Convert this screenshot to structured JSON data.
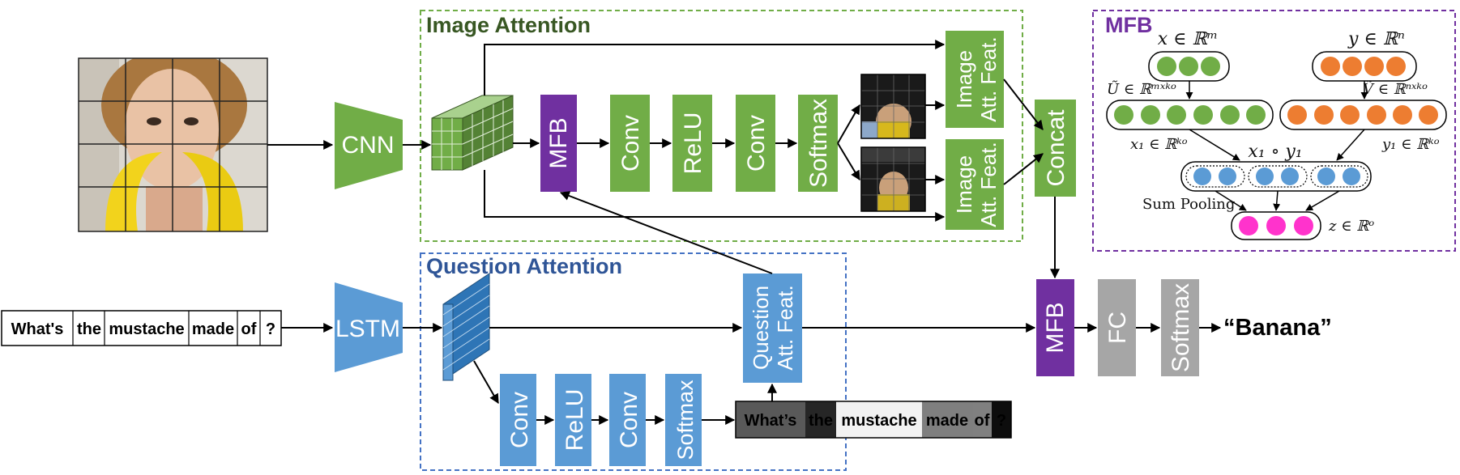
{
  "colors": {
    "green": "#71ad47",
    "blue": "#5b9bd5",
    "purple": "#7030a0",
    "gray": "#a6a6a6",
    "pink": "#ff33cc",
    "orange": "#ed7d31",
    "image_attention_border": "#70ad47",
    "question_attention_border": "#4472c4",
    "mfb_border": "#7030a0"
  },
  "image_attention": {
    "title": "Image Attention",
    "cnn": "CNN",
    "mfb": "MFB",
    "conv1": "Conv",
    "relu": "ReLU",
    "conv2": "Conv",
    "softmax": "Softmax",
    "feat1_line1": "Image",
    "feat1_line2": "Att. Feat.",
    "feat2_line1": "Image",
    "feat2_line2": "Att. Feat."
  },
  "concat": "Concat",
  "question_attention": {
    "title": "Question Attention",
    "lstm": "LSTM",
    "conv1": "Conv",
    "relu": "ReLU",
    "conv2": "Conv",
    "softmax": "Softmax",
    "feat_line1": "Question",
    "feat_line2": "Att. Feat."
  },
  "question_words": [
    "What's",
    "the",
    "mustache",
    "made",
    "of",
    "?"
  ],
  "attended_words": [
    "What’s",
    "the",
    "mustache",
    "made",
    "of",
    "?"
  ],
  "fusion": {
    "mfb": "MFB",
    "fc": "FC",
    "softmax": "Softmax",
    "answer": "“Banana”"
  },
  "mfb_module": {
    "title": "MFB",
    "x_label": "x ∈ ℝᵐ",
    "y_label": "y ∈ ℝⁿ",
    "u_label": "Ũ ∈ ℝᵐˣᵏᵒ",
    "v_label": "Ṽ ∈ ℝⁿˣᵏᵒ",
    "x1_label": "x₁ ∈ ℝᵏᵒ",
    "y1_label": "y₁ ∈ ℝᵏᵒ",
    "product_label": "x₁ ∘ y₁",
    "sum_pooling": "Sum Pooling",
    "z_label": "z ∈ ℝᵒ"
  }
}
